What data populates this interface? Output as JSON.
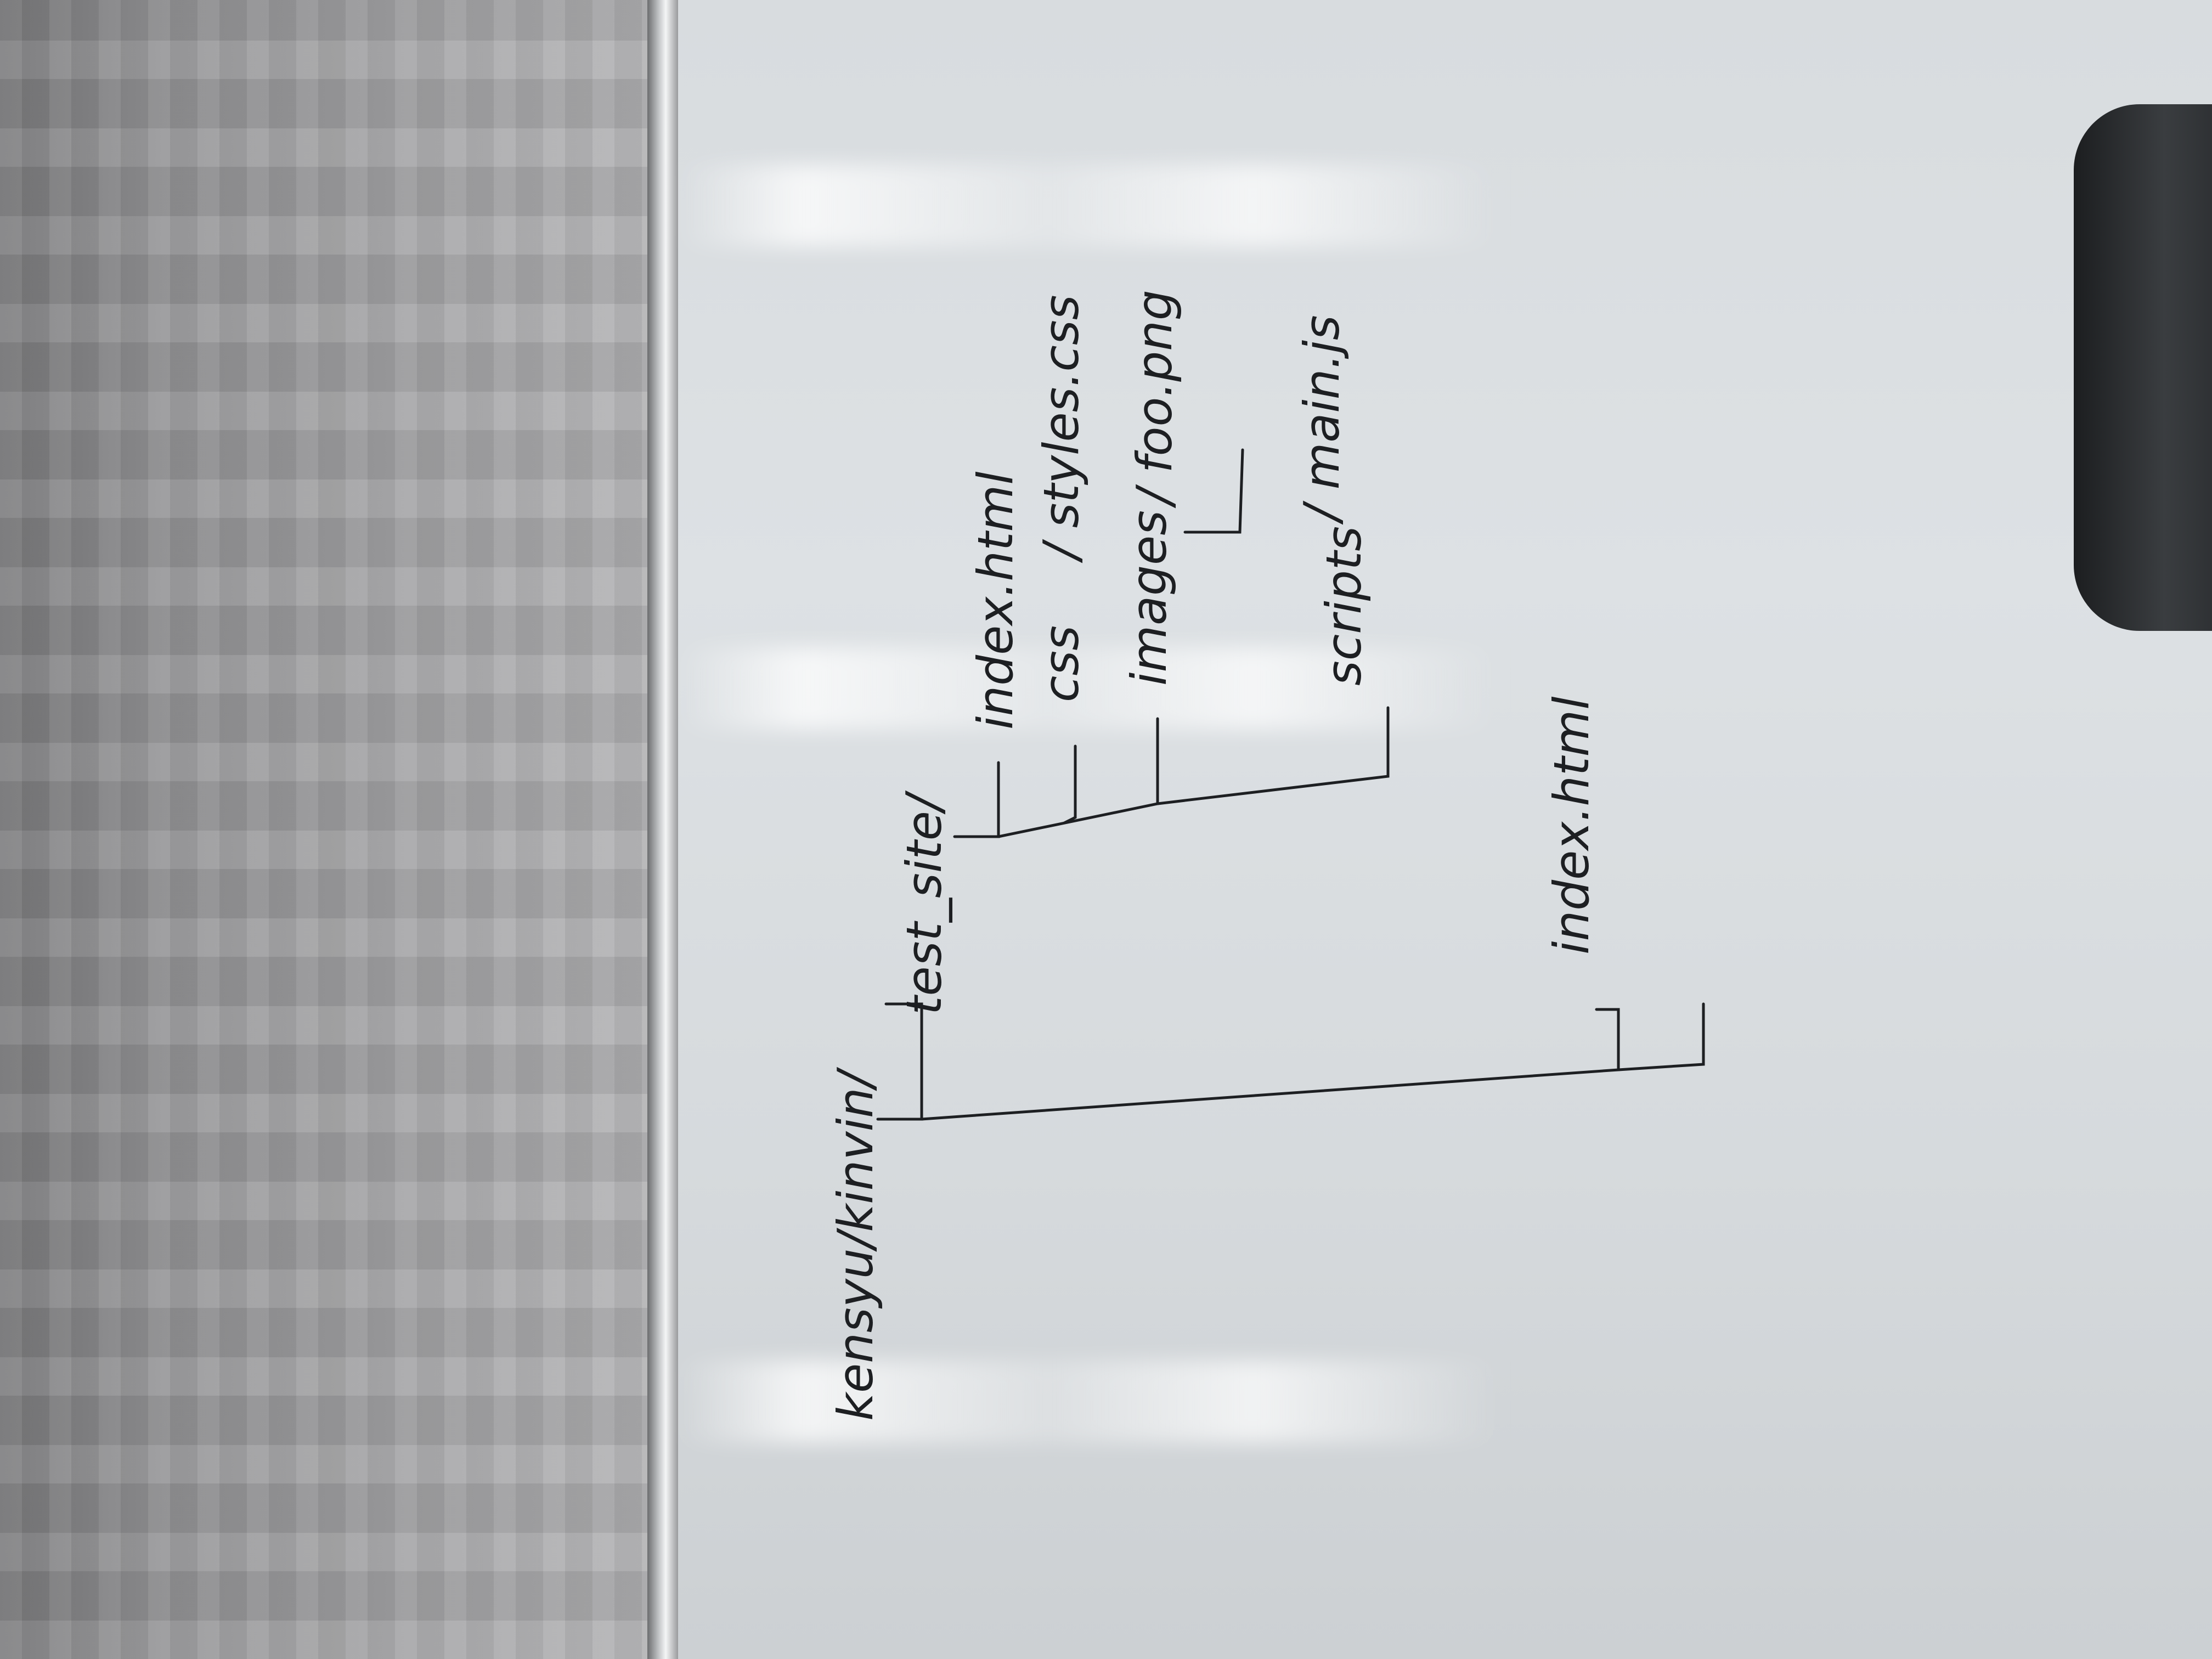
{
  "whiteboard": {
    "root": "kensyu/kinvin/",
    "folder": "test_site/",
    "file_index": "index.html",
    "dir_css": "css",
    "file_styles": "/ styles.css",
    "dir_images": "images",
    "file_foo": "/ foo.png",
    "dir_scripts": "scripts",
    "file_main": "/ main.js",
    "root_file": "index.html"
  }
}
